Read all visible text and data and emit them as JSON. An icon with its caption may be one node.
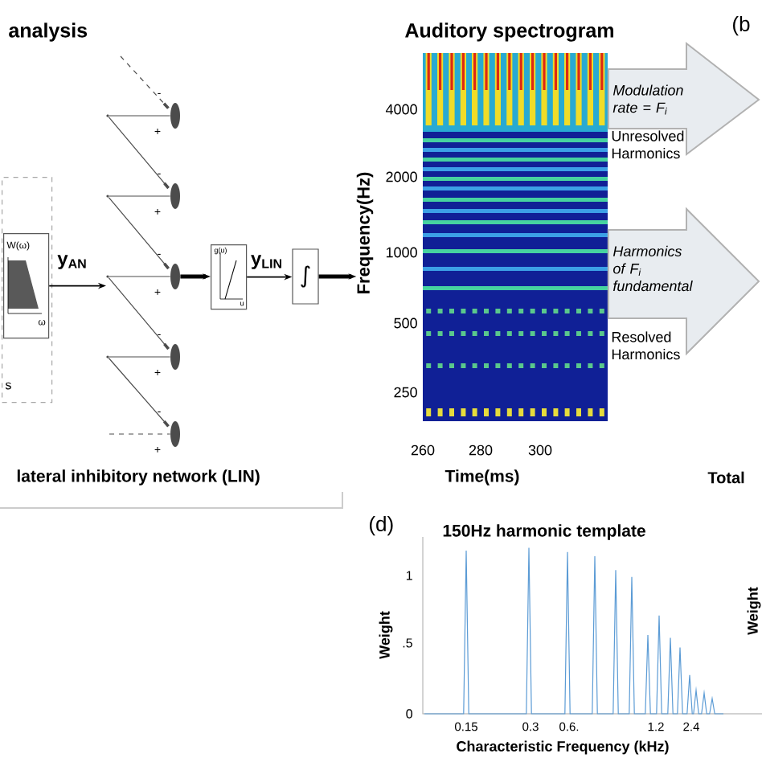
{
  "diagram": {
    "nodes": [
      {
        "text": [
          "s"
        ]
      },
      {
        "text": [
          "W(ω)",
          "ω"
        ],
        "in": 0
      },
      {
        "text": [],
        "shape": "ellipse"
      },
      {
        "text": [],
        "shape": "ellipse"
      },
      {
        "text": [],
        "shape": "ellipse"
      },
      {
        "text": [],
        "shape": "ellipse"
      },
      {
        "text": [],
        "shape": "ellipse"
      },
      {
        "text": [
          "g(u)",
          "u"
        ]
      },
      {
        "text": [
          "∫"
        ]
      },
      {
        "text": [
          "Auditory spectrogram"
        ]
      },
      {
        "text": [],
        "shape": "point"
      },
      {
        "text": [],
        "shape": "point"
      },
      {
        "text": [],
        "shape": "point"
      },
      {
        "text": [],
        "shape": "point"
      },
      {
        "text": [
          "Frequency(Hz)"
        ]
      }
    ],
    "edges": [
      {
        "from": 1,
        "to": 12,
        "arrow": "to",
        "label": "y$_{AN}$",
        "color": "#000000"
      },
      {
        "from": 4,
        "to": 7,
        "arrow": "to",
        "style": "thick",
        "color": "#000000"
      },
      {
        "from": 7,
        "to": 8,
        "arrow": "to",
        "label": "y$_{LIN}$",
        "color": "#000000"
      },
      {
        "from": 8,
        "to": 14,
        "arrow": "to",
        "style": "thick",
        "color": "#000000"
      },
      {
        "from": 10,
        "to": 2,
        "arrow": "none"
      },
      {
        "from": 10,
        "to": 3,
        "arrow": "other"
      },
      {
        "from": 11,
        "to": 3,
        "arrow": "none"
      },
      {
        "from": 11,
        "to": 4,
        "arrow": "other"
      },
      {
        "from": 12,
        "to": 4,
        "arrow": "none"
      },
      {
        "from": 12,
        "to": 5,
        "arrow": "other"
      },
      {
        "from": 13,
        "to": 5,
        "arrow": "none"
      },
      {
        "from": 13,
        "to": 6,
        "arrow": "other"
      },
      {
        "from": null,
        "to": 2,
        "arrow": "other",
        "style": "dashed"
      },
      {
        "from": null,
        "to": 6,
        "arrow": "none",
        "style": "dashed"
      },
      {
        "from": 9,
        "to": null,
        "arrow": "to",
        "style": "thick",
        "label": "Modulation rate = F$_{i}$"
      },
      {
        "from": 9,
        "to": null,
        "arrow": "to",
        "style": "thick",
        "label": "Harmonics of F$_{i}$ fundamental"
      }
    ],
    "labels": [
      "analysis",
      "4000",
      "2000",
      "1000",
      "500",
      "250",
      "(b",
      "-",
      "+",
      "-",
      "+",
      "-",
      "+",
      "-",
      "+",
      "-",
      "+",
      "260",
      "280",
      "300",
      "lateral inhibitory network (LIN)",
      "Time(ms)",
      "Total",
      "(d)",
      "150Hz harmonic template",
      "1",
      "Weight",
      ".5",
      "Weight",
      "0",
      "0.15",
      "0.3",
      "0.6.",
      "1.2",
      "2.4",
      "Characteristic Frequency (kHz)",
      "Unresolved Harmonics",
      "Resolved Harmonics"
    ]
  }
}
